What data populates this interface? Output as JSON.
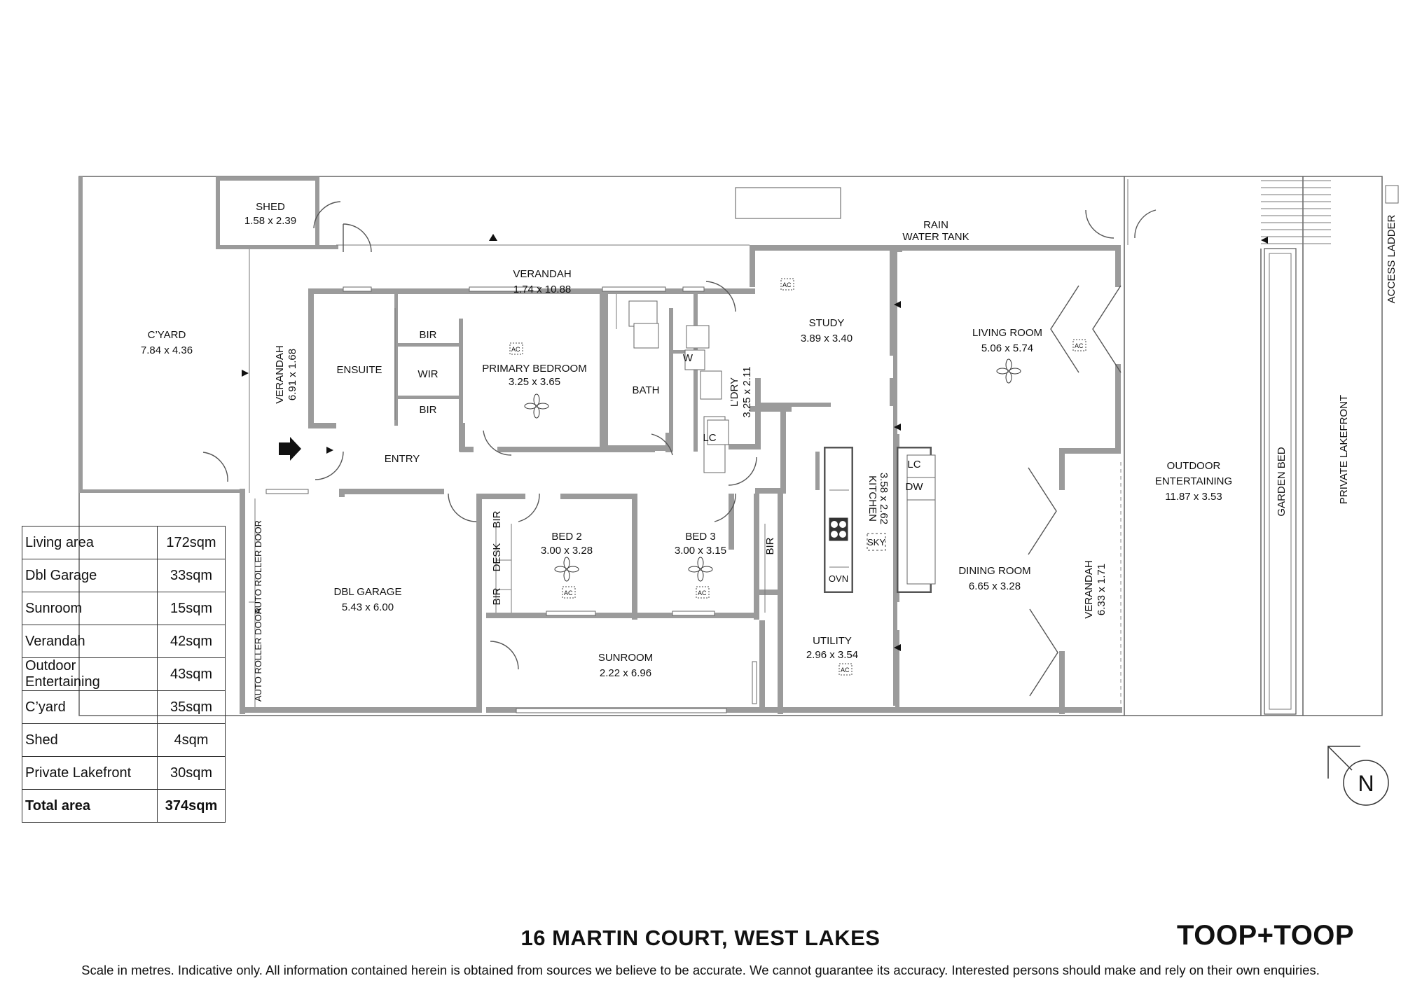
{
  "address": "16 MARTIN COURT, WEST LAKES",
  "brand": "TOOP+TOOP",
  "disclaimer": "Scale in metres. Indicative only. All information contained herein is obtained from sources we believe to be accurate. We cannot guarantee its accuracy. Interested persons should make and rely on their own enquiries.",
  "compass": "N",
  "areas": [
    {
      "name": "Living area",
      "value": "172sqm"
    },
    {
      "name": "Dbl Garage",
      "value": "33sqm"
    },
    {
      "name": "Sunroom",
      "value": "15sqm"
    },
    {
      "name": "Verandah",
      "value": "42sqm"
    },
    {
      "name": "Outdoor Entertaining",
      "value": "43sqm"
    },
    {
      "name": "C’yard",
      "value": "35sqm"
    },
    {
      "name": "Shed",
      "value": "4sqm"
    },
    {
      "name": "Private Lakefront",
      "value": "30sqm"
    },
    {
      "name": "Total area",
      "value": "374sqm"
    }
  ],
  "rooms": {
    "shed": {
      "name": "SHED",
      "dims": "1.58 x 2.39"
    },
    "rain_tank": {
      "line1": "RAIN",
      "line2": "WATER TANK"
    },
    "access_ladder": "ACCESS LADDER",
    "verandah_top": {
      "name": "VERANDAH",
      "dims": "1.74 x 10.88"
    },
    "cyard": {
      "name": "C’YARD",
      "dims": "7.84 x 4.36"
    },
    "verandah_left": {
      "name": "VERANDAH",
      "dims": "6.91 x 1.68"
    },
    "ensuite": "ENSUITE",
    "wir": "WIR",
    "bir": "BIR",
    "primary_bedroom": {
      "name": "PRIMARY BEDROOM",
      "dims": "3.25 x 3.65"
    },
    "bath": "BATH",
    "w": "W",
    "lc": "LC",
    "ldry": {
      "name": "L’DRY",
      "dims": "3.25 x 2.11"
    },
    "study": {
      "name": "STUDY",
      "dims": "3.89 x 3.40"
    },
    "living_room": {
      "name": "LIVING ROOM",
      "dims": "5.06 x 5.74"
    },
    "entry": "ENTRY",
    "kitchen": {
      "name": "KITCHEN",
      "dims": "3.58 x 2.62"
    },
    "sky": "SKY",
    "ovn": "OVN",
    "dw": "DW",
    "dining_room": {
      "name": "DINING ROOM",
      "dims": "6.65 x 3.28"
    },
    "verandah_right": {
      "name": "VERANDAH",
      "dims": "6.33 x 1.71"
    },
    "outdoor_entertaining": {
      "line1": "OUTDOOR",
      "line2": "ENTERTAINING",
      "dims": "11.87 x 3.53"
    },
    "garden_bed": "GARDEN BED",
    "private_lakefront": "PRIVATE LAKEFRONT",
    "dbl_garage": {
      "name": "DBL GARAGE",
      "dims": "5.43 x 6.00"
    },
    "auto_roller_door": "AUTO ROLLER DOOR",
    "bed2": {
      "name": "BED 2",
      "dims": "3.00 x 3.28"
    },
    "bed3": {
      "name": "BED 3",
      "dims": "3.00 x 3.15"
    },
    "desk": "DESK",
    "sunroom": {
      "name": "SUNROOM",
      "dims": "2.22 x 6.96"
    },
    "utility": {
      "name": "UTILITY",
      "dims": "2.96 x 3.54"
    },
    "ac": "AC"
  }
}
